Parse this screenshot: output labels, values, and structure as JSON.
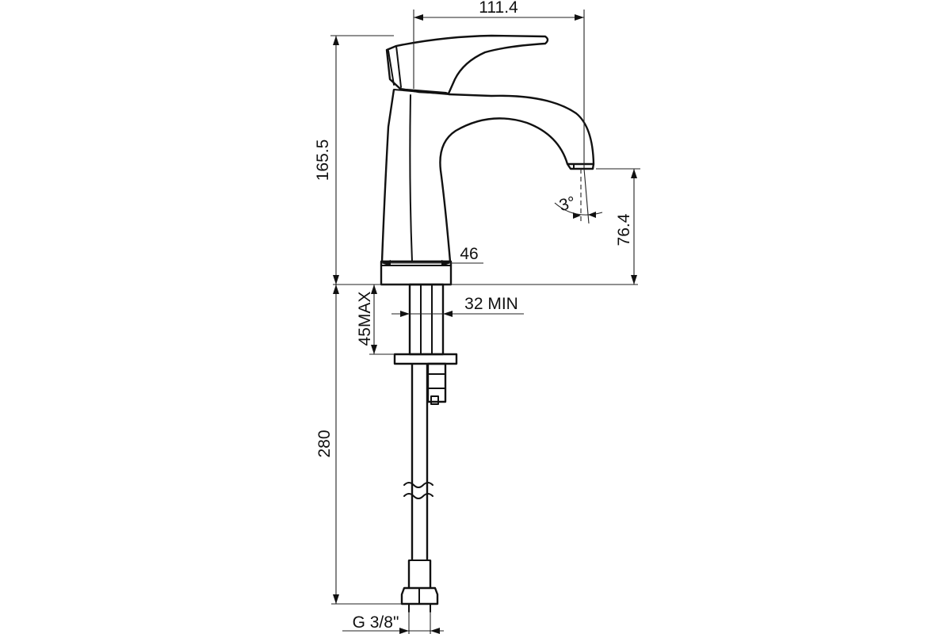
{
  "drawing": {
    "dimensions": {
      "width_top": "111.4",
      "total_height": "165.5",
      "outlet_height": "76.4",
      "base_diameter": "46",
      "hole_min": "32 MIN",
      "deck_max": "45MAX",
      "hose_length": "280",
      "connection": "G 3/8\"",
      "angle": "3°"
    },
    "colors": {
      "line": "#111111",
      "background": "#ffffff"
    }
  }
}
